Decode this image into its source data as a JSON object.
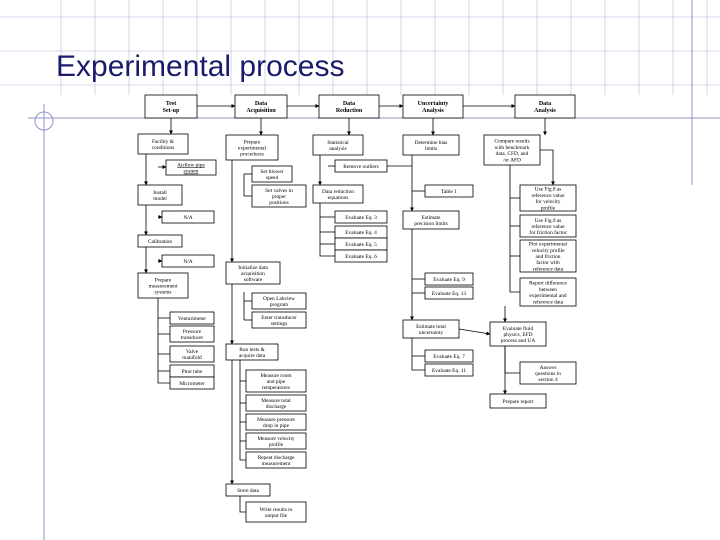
{
  "slide": {
    "title": "Experimental process"
  },
  "diagram": {
    "headers": [
      [
        "Test",
        "Set-up"
      ],
      [
        "Data",
        "Acquisition"
      ],
      [
        "Data",
        "Reduction"
      ],
      [
        "Uncertainty",
        "Analysis"
      ],
      [
        "Data",
        "Analysis"
      ]
    ],
    "setup": {
      "facility": [
        "Facility &",
        "conditions"
      ],
      "airflow": [
        "Airflow pipe",
        "system"
      ],
      "install": [
        "Install",
        "model"
      ],
      "na1": [
        "N/A"
      ],
      "calibration": [
        "Calibration"
      ],
      "na2": [
        "N/A"
      ],
      "prepare_systems": [
        "Prepare",
        "measurement",
        "systems"
      ],
      "venturi": [
        "Venturimeter"
      ],
      "pressure": [
        "Pressure",
        "transducer"
      ],
      "manifold": [
        "Valve",
        "manifold"
      ],
      "pitot": [
        "Pitot tube"
      ],
      "micrometer": [
        "Micrometer"
      ]
    },
    "acquisition": {
      "prepare_procedures": [
        "Prepare",
        "experimental",
        "procedures"
      ],
      "set_blower": [
        "Set blower",
        "speed"
      ],
      "set_valves": [
        "Set valves in",
        "proper",
        "positions"
      ],
      "initialize": [
        "Initialize data",
        "acquisition",
        "software"
      ],
      "open_labview": [
        "Open Labview",
        "program"
      ],
      "enter_settings": [
        "Enter transducer",
        "settings"
      ],
      "run_tests": [
        "Run tests &",
        "acquire data"
      ],
      "measure_room": [
        "Measure room",
        "and pipe",
        "temperatures"
      ],
      "measure_discharge": [
        "Measure total",
        "discharge"
      ],
      "measure_pressure": [
        "Measure pressure",
        "drop in pipe"
      ],
      "measure_velocity": [
        "Measure velocity",
        "profile"
      ],
      "repeat_discharge": [
        "Repeat discharge",
        "measurement"
      ],
      "store_data": [
        "Store data"
      ],
      "write_results": [
        "Write results to",
        "output file"
      ]
    },
    "reduction": {
      "statistical": [
        "Statistical",
        "analysis"
      ],
      "remove_outliers": [
        "Remove outliers"
      ],
      "data_eqs": [
        "Data reduction",
        "equations"
      ],
      "eq3": [
        "Evaluate Eq. 3"
      ],
      "eq4": [
        "Evaluate Eq. 4"
      ],
      "eq5": [
        "Evaluate Eq. 5"
      ],
      "eq6": [
        "Evaluate Eq. 6"
      ]
    },
    "uncertainty": {
      "bias_limits": [
        "Determine bias",
        "limits"
      ],
      "table1": [
        "Table 1"
      ],
      "precision": [
        "Estimate",
        "precision limits"
      ],
      "eq9": [
        "Evaluate Eq. 9"
      ],
      "eq13": [
        "Evaluate Eq. 13"
      ],
      "estimate_total": [
        "Estimate total",
        "uncertainty"
      ],
      "eq7": [
        "Evaluate Eq. 7"
      ],
      "eq11": [
        "Evaluate Eq. 11"
      ]
    },
    "analysis": {
      "compare": [
        "Compare results",
        "with benchmark",
        "data, CFD, and",
        "/or AFD"
      ],
      "fig8": [
        "Use Fig.8 as",
        "reference value",
        "for velocity",
        "profile"
      ],
      "fig9": [
        "Use Fig.9 as",
        "reference value",
        "for friction factor"
      ],
      "plot": [
        "Plot experimental",
        "velocity profile",
        "and friction",
        "factor with",
        "reference data"
      ],
      "report": [
        "Report difference",
        "between",
        "experimental and",
        "reference data"
      ],
      "evaluate_fluid": [
        "Evaluate fluid",
        "physics, EFD",
        "process and UA"
      ],
      "answer": [
        "Answer",
        "questions in",
        "section 4"
      ],
      "prepare_report": [
        "Prepare report"
      ]
    }
  }
}
